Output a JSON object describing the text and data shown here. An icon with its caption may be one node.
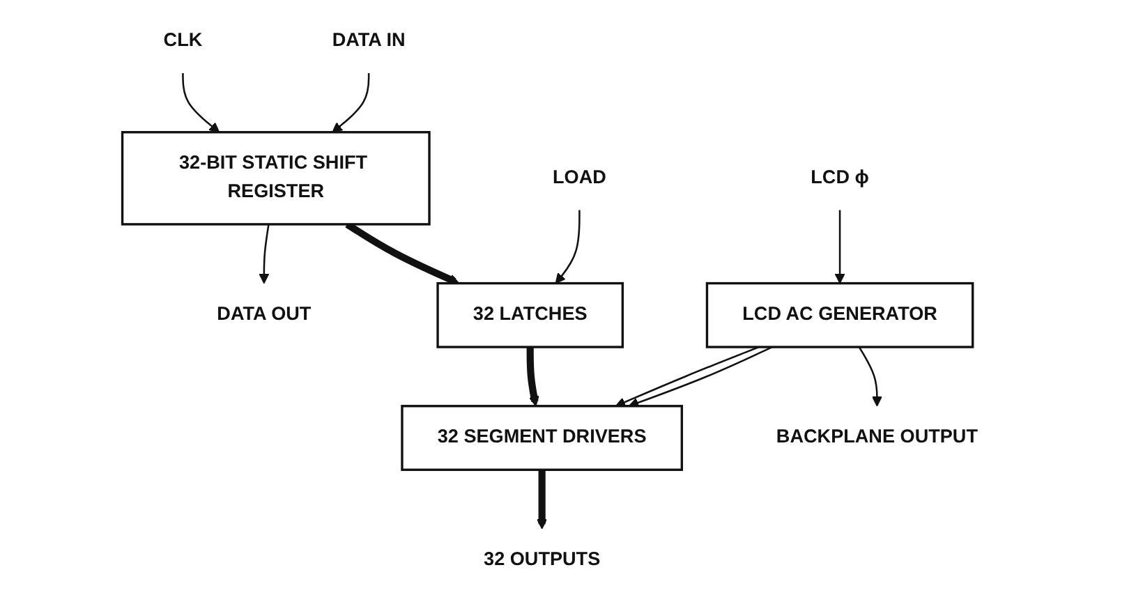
{
  "diagram": {
    "nodes": [
      {
        "text": [
          "CLK"
        ]
      },
      {
        "text": [
          "DATA IN"
        ]
      },
      {
        "text": [
          "32-BIT STATIC SHIFT REGISTER"
        ]
      },
      {
        "text": [
          "DATA OUT"
        ]
      },
      {
        "text": [
          "LOAD"
        ]
      },
      {
        "text": [
          "32 LATCHES"
        ]
      },
      {
        "text": [
          "32 SEGMENT DRIVERS"
        ]
      },
      {
        "text": [
          "32 OUTPUTS"
        ]
      },
      {
        "text": [
          "LCD ϕ"
        ]
      },
      {
        "text": [
          "LCD AC GENERATOR"
        ]
      },
      {
        "text": [
          "BACKPLANE OUTPUT"
        ]
      }
    ],
    "edges": [
      {
        "from": 0,
        "to": 2,
        "arrow": "to"
      },
      {
        "from": 1,
        "to": 2,
        "arrow": "to"
      },
      {
        "from": 2,
        "to": 3,
        "arrow": "to"
      },
      {
        "from": 2,
        "to": 5,
        "arrow": "to",
        "style": "thick"
      },
      {
        "from": 4,
        "to": 5,
        "arrow": "to"
      },
      {
        "from": 5,
        "to": 6,
        "arrow": "to",
        "style": "thick"
      },
      {
        "from": 9,
        "to": 6,
        "arrow": "to"
      },
      {
        "from": 9,
        "to": 6,
        "arrow": "to"
      },
      {
        "from": 6,
        "to": 7,
        "arrow": "to",
        "style": "thick"
      },
      {
        "from": 8,
        "to": 9,
        "arrow": "to"
      },
      {
        "from": 9,
        "to": 10,
        "arrow": "to"
      }
    ]
  }
}
